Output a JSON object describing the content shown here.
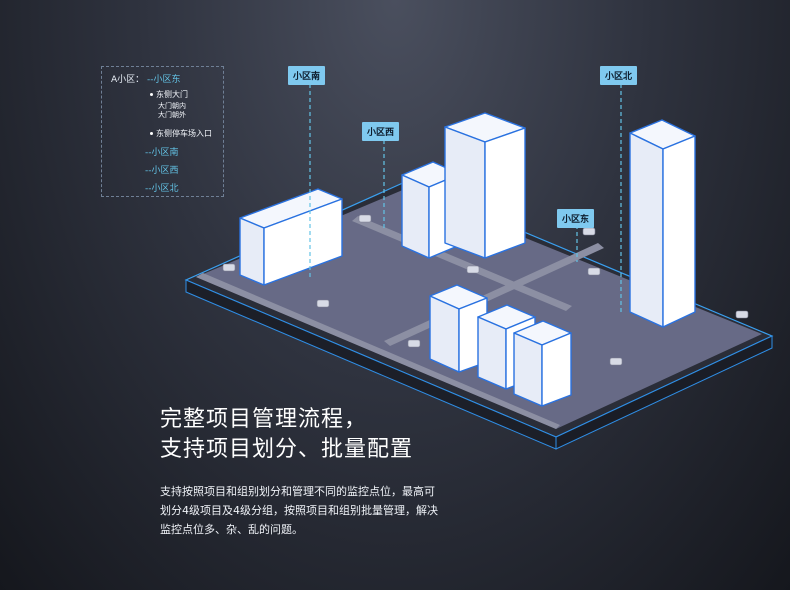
{
  "tree": {
    "root_label": "A小区：",
    "selected": "--小区东",
    "gate": "东侧大门",
    "gate_in": "大门朝内",
    "gate_out": "大门朝外",
    "parking": "东侧停车场入口",
    "south": "--小区南",
    "west": "--小区西",
    "north": "--小区北"
  },
  "labels": {
    "south": "小区南",
    "north": "小区北",
    "west": "小区西",
    "east": "小区东"
  },
  "headline": {
    "line1": "完整项目管理流程，",
    "line2": "支持项目划分、批量配置"
  },
  "body": {
    "line1": "支持按照项目和组别划分和管理不同的监控点位，最高可",
    "line2": "划分4级项目及4级分组，按照项目和组别批量管理，解决",
    "line3": "监控点位多、杂、乱的问题。"
  },
  "colors": {
    "accent": "#63c3e6",
    "label_bg": "#7fc9ef",
    "building_stroke": "#2a72e0",
    "ground": "#676a86"
  }
}
